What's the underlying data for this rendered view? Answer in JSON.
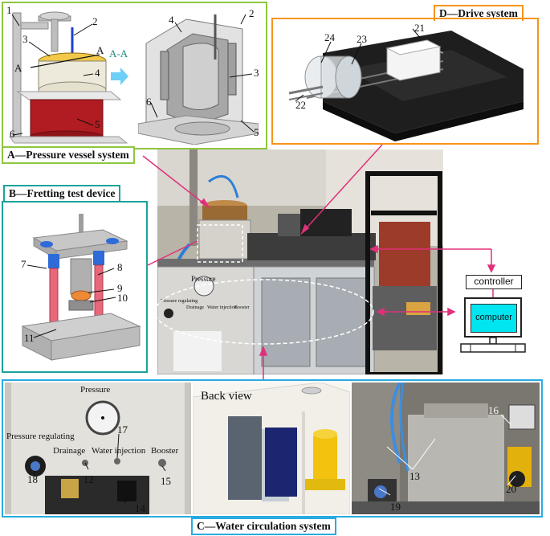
{
  "panels": {
    "a": {
      "title": "A—Pressure vessel system",
      "frame_color": "#8dc63f"
    },
    "b": {
      "title": "B—Fretting test device",
      "frame_color": "#1aa39a"
    },
    "c": {
      "title": "C—Water circulation system",
      "frame_color": "#29abe2"
    },
    "d": {
      "title": "D—Drive system",
      "frame_color": "#f7941d"
    }
  },
  "section_label": "A-A",
  "section_markers": [
    "A",
    "A"
  ],
  "part_numbers": {
    "a_left": [
      "1",
      "2",
      "3",
      "4",
      "5",
      "6"
    ],
    "a_right": [
      "4",
      "2",
      "3",
      "6",
      "5"
    ],
    "b": [
      "7",
      "8",
      "9",
      "10",
      "11"
    ],
    "c": [
      "12",
      "13",
      "14",
      "15",
      "16",
      "17",
      "18",
      "19",
      "20"
    ],
    "d": [
      "24",
      "23",
      "21",
      "22"
    ]
  },
  "main_photo_labels": {
    "pressure": "Pressure",
    "pressure_regulating": "Pressure regulating",
    "drainage": "Drainage",
    "water_injection": "Water injection",
    "booster": "Booster"
  },
  "schematic": {
    "controller": "controller",
    "computer": "computer",
    "screen_color": "#00e5f0",
    "link_color": "#e0307a"
  },
  "detail_labels": {
    "pressure": "Pressure",
    "pressure_regulating": "Pressure regulating",
    "drainage": "Drainage",
    "water_injection": "Water injection",
    "booster": "Booster",
    "back_view": "Back view"
  }
}
